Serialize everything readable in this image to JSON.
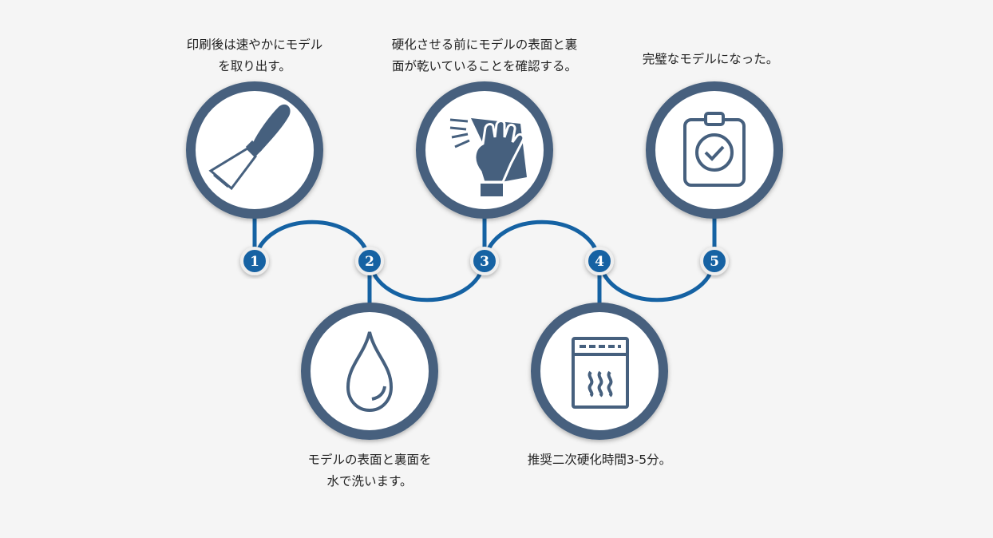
{
  "steps": [
    {
      "number": "1",
      "caption_line1": "印刷後は速やかにモデル",
      "caption_line2": "を取り出す。",
      "icon": "scraper-icon"
    },
    {
      "number": "2",
      "caption_line1": "モデルの表面と裏面を",
      "caption_line2": "水で洗います。",
      "icon": "water-drop-icon"
    },
    {
      "number": "3",
      "caption_line1": "硬化させる前にモデルの表面と裏",
      "caption_line2": "面が乾いていることを確認する。",
      "icon": "wiping-hand-icon"
    },
    {
      "number": "4",
      "caption_line1": "推奨二次硬化時間3-5分。",
      "caption_line2": "",
      "icon": "curing-oven-icon"
    },
    {
      "number": "5",
      "caption_line1": "完璧なモデルになった。",
      "caption_line2": "",
      "icon": "clipboard-check-icon"
    }
  ],
  "colors": {
    "ring": "#46607e",
    "line": "#1562a3",
    "background": "#f5f5f5"
  }
}
